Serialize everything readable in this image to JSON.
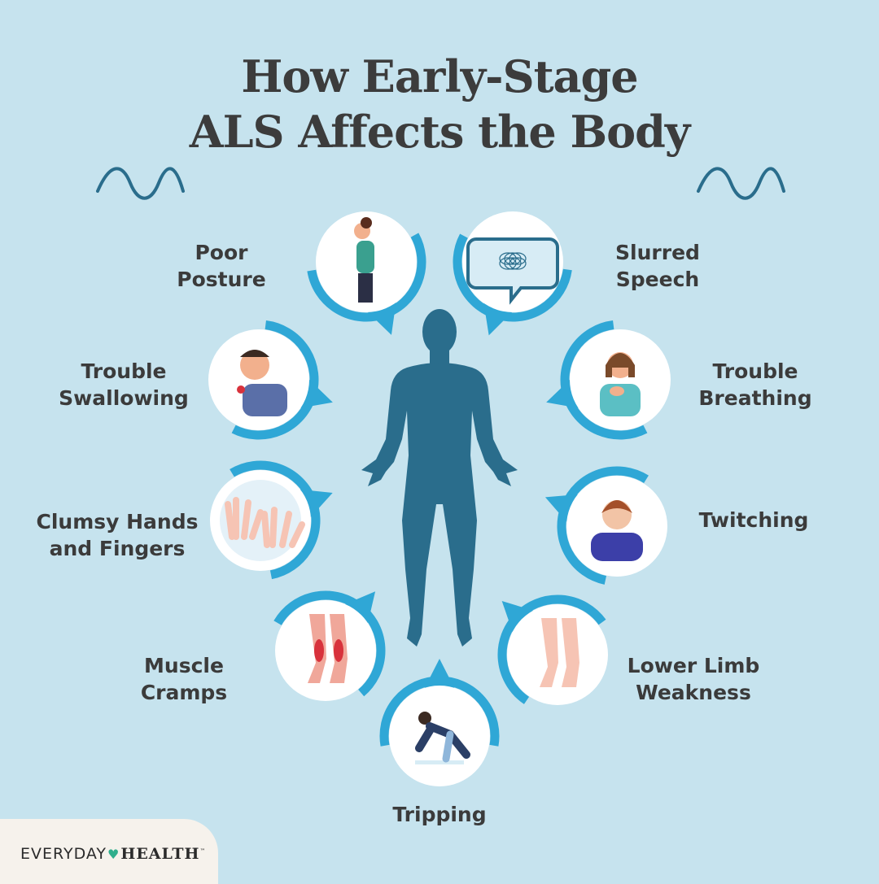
{
  "title": {
    "line1": "How Early-Stage",
    "line2": "ALS Affects the Body"
  },
  "symptoms": [
    {
      "id": "poor-posture",
      "lines": [
        "Poor",
        "Posture"
      ],
      "icon": "posture-woman-icon"
    },
    {
      "id": "slurred-speech",
      "lines": [
        "Slurred",
        "Speech"
      ],
      "icon": "tangled-speech-bubble-icon"
    },
    {
      "id": "trouble-swallowing",
      "lines": [
        "Trouble",
        "Swallowing"
      ],
      "icon": "throat-pain-man-icon"
    },
    {
      "id": "trouble-breathing",
      "lines": [
        "Trouble",
        "Breathing"
      ],
      "icon": "chest-hand-woman-icon"
    },
    {
      "id": "clumsy-hands",
      "lines": [
        "Clumsy Hands",
        "and Fingers"
      ],
      "icon": "shaking-hands-icon"
    },
    {
      "id": "twitching",
      "lines": [
        "Twitching"
      ],
      "icon": "twitching-boy-icon"
    },
    {
      "id": "muscle-cramps",
      "lines": [
        "Muscle",
        "Cramps"
      ],
      "icon": "cramping-legs-icon"
    },
    {
      "id": "lower-limb-weakness",
      "lines": [
        "Lower Limb",
        "Weakness"
      ],
      "icon": "weak-legs-icon"
    },
    {
      "id": "tripping",
      "lines": [
        "Tripping"
      ],
      "icon": "tripping-man-icon"
    }
  ],
  "logo": {
    "left": "EVERYDAY",
    "right": "HEALTH",
    "tm": "™"
  },
  "colors": {
    "background": "#c6e3ee",
    "accent": "#2fa7d6",
    "body": "#2a6d8c",
    "text": "#3b3b3b"
  }
}
